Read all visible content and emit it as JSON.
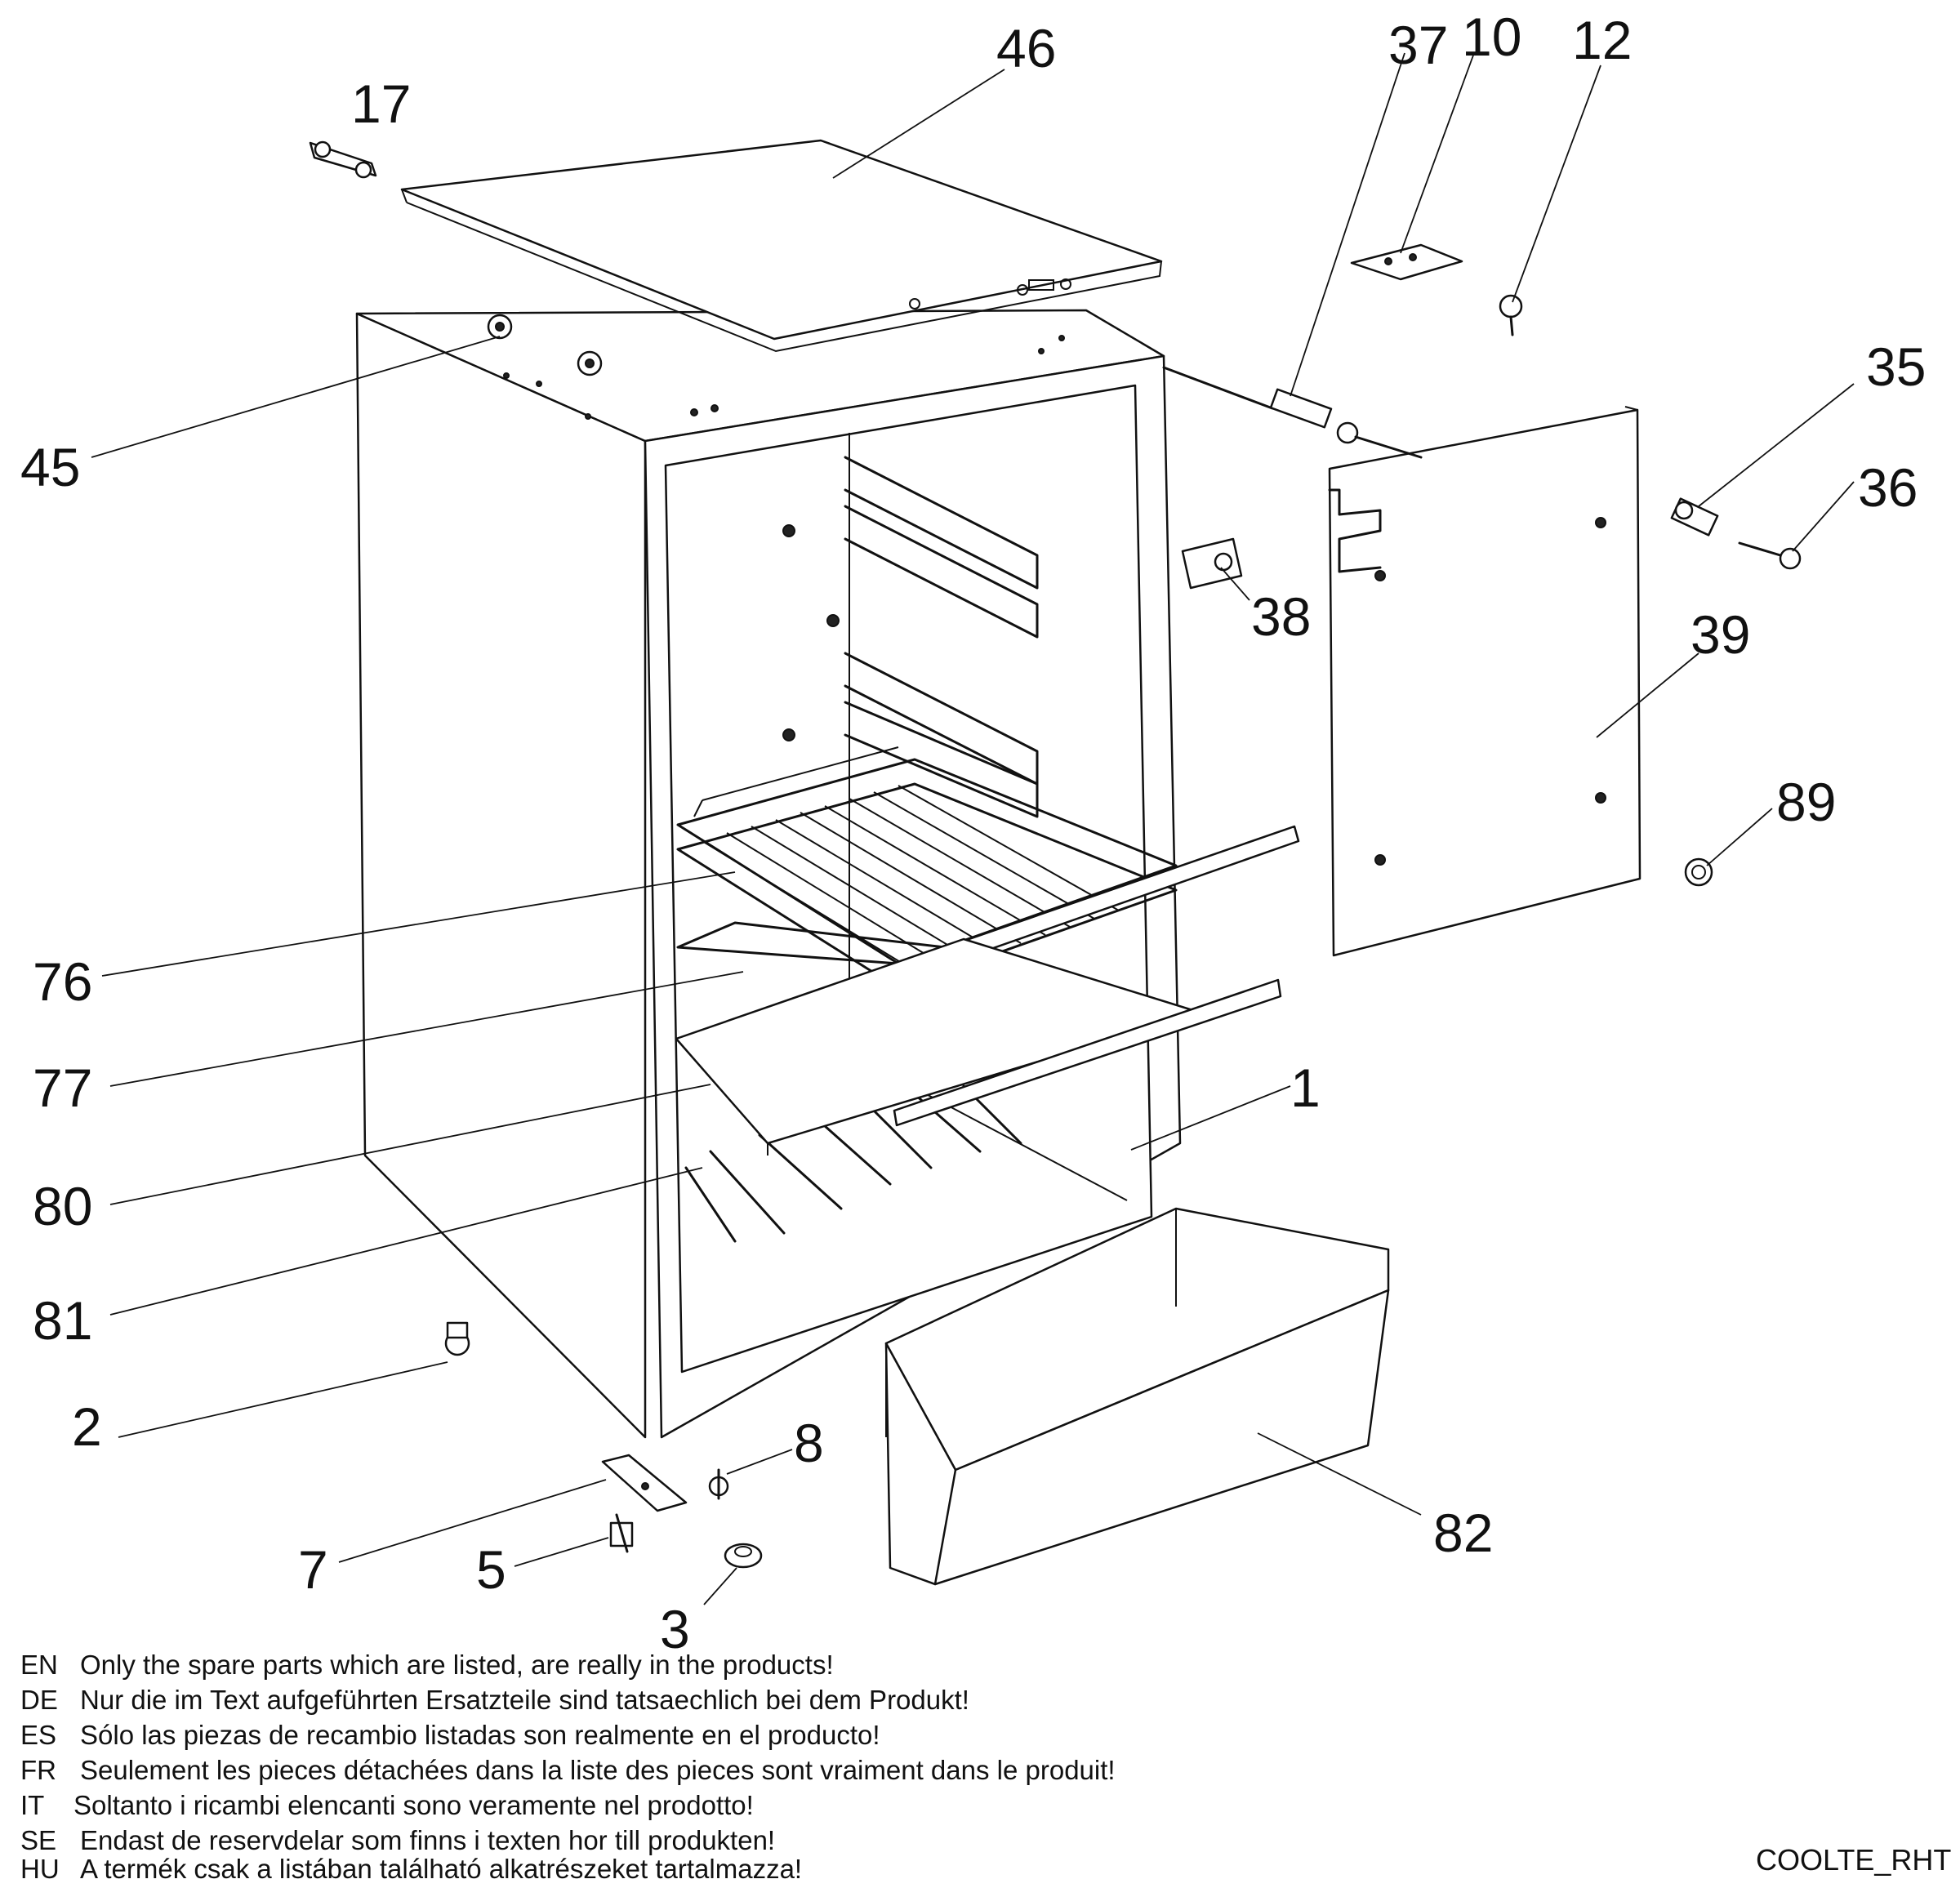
{
  "callouts": {
    "c1": "1",
    "c2": "2",
    "c3": "3",
    "c5": "5",
    "c7": "7",
    "c8": "8",
    "c10": "10",
    "c12": "12",
    "c17": "17",
    "c35": "35",
    "c36": "36",
    "c37": "37",
    "c38": "38",
    "c39": "39",
    "c45": "45",
    "c46": "46",
    "c76": "76",
    "c77": "77",
    "c80": "80",
    "c81": "81",
    "c82": "82",
    "c89": "89"
  },
  "notes": [
    {
      "lang": "EN",
      "text": "Only the spare parts which are listed, are really in the products!"
    },
    {
      "lang": "DE",
      "text": "Nur die im Text aufgeführten Ersatzteile sind tatsaechlich bei dem Produkt!"
    },
    {
      "lang": "ES",
      "text": "Sólo las piezas de recambio  listadas son realmente en el producto!"
    },
    {
      "lang": "FR",
      "text": "Seulement les pieces détachées dans la liste des pieces sont vraiment dans le produit!"
    },
    {
      "lang": "IT",
      "text": "Soltanto i ricambi elencanti sono veramente nel prodotto!"
    },
    {
      "lang": "SE",
      "text": "Endast de reservdelar som finns i texten hor till produkten!"
    },
    {
      "lang": "HU",
      "text": "A termék csak a listában található alkatrészeket tartalmazza!"
    }
  ],
  "drawing_code": "COOLTE_RHT"
}
